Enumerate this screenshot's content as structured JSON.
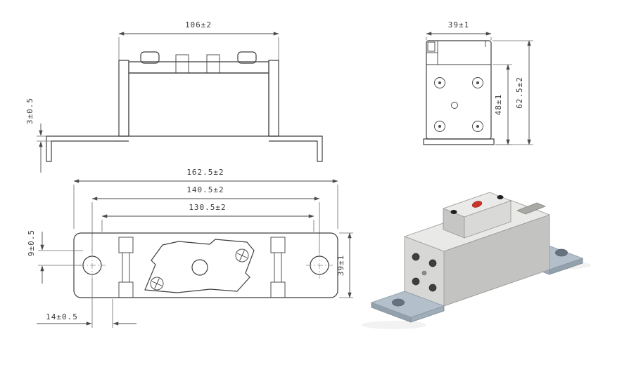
{
  "sheet": {
    "background": "#ffffff",
    "line_color": "#3f3f3f"
  },
  "front_view": {
    "dim_width": "106±2",
    "dim_foot_thickness": "3±0.5"
  },
  "side_view": {
    "dim_width": "39±1",
    "dim_plate_height": "48±1",
    "dim_total_height": "62.5±2"
  },
  "bottom_view": {
    "dim_overall_length": "162.5±2",
    "dim_hole_spacing": "140.5±2",
    "dim_inner_spacing": "130.5±2",
    "dim_edge_offset": "9±0.5",
    "dim_width": "39±1",
    "dim_foot_offset": "14±0.5"
  },
  "render_3d": {
    "indicator_color": "#c9342a",
    "bracket_color": "#b3bfca",
    "body_color": "#e9eae7"
  }
}
